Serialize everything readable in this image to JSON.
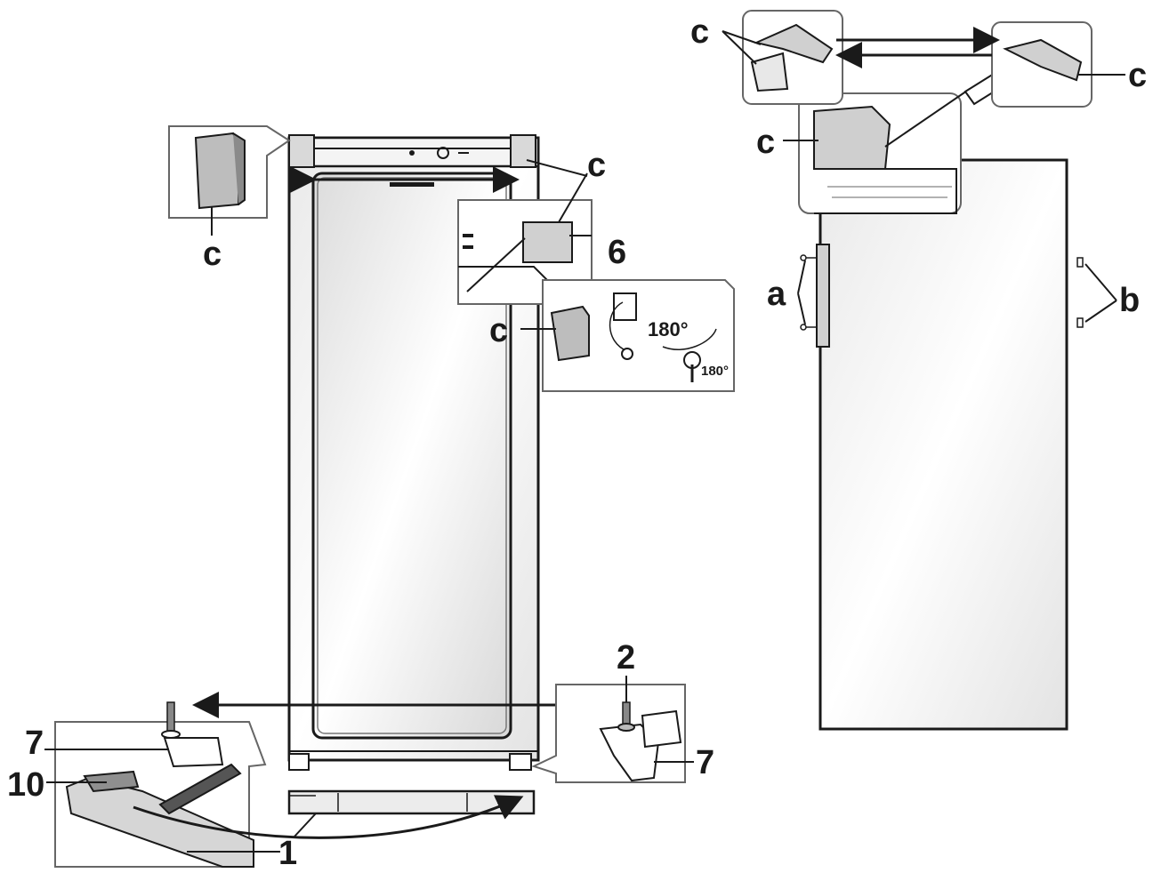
{
  "labels": {
    "c": "c",
    "a": "a",
    "b": "b",
    "n1": "1",
    "n2": "2",
    "n6": "6",
    "n7": "7",
    "n10": "10",
    "deg180": "180°"
  },
  "colors": {
    "stroke": "#1a1a1a",
    "panel": "#ffffff",
    "shade": "#d9d9d9",
    "dark": "#555555"
  }
}
